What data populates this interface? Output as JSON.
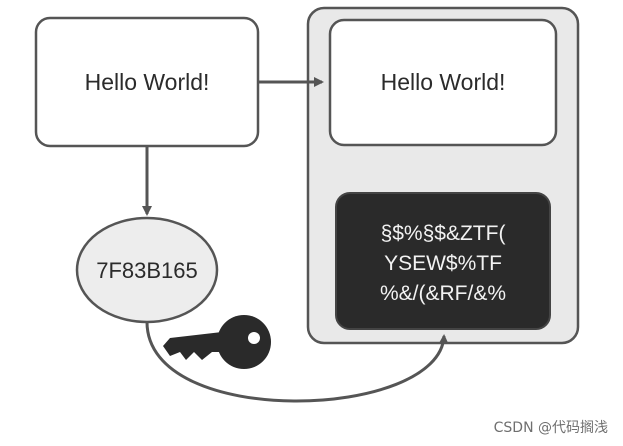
{
  "plaintext_box": {
    "label": "Hello World!"
  },
  "received_box": {
    "label": "Hello World!"
  },
  "hash_ellipse": {
    "label": "7F83B165"
  },
  "cipher_box": {
    "lines": [
      "§$%§$&ZTF(",
      "YSEW$%TF",
      "%&/(&RF/&%"
    ]
  },
  "icons": {
    "key": "key-icon"
  },
  "colors": {
    "stroke": "#555555",
    "ellipse_fill": "#ededed",
    "container_fill": "#e9e9e9",
    "cipher_fill": "#2a2a2a"
  },
  "watermark": {
    "text": "CSDN @代码搁浅"
  }
}
